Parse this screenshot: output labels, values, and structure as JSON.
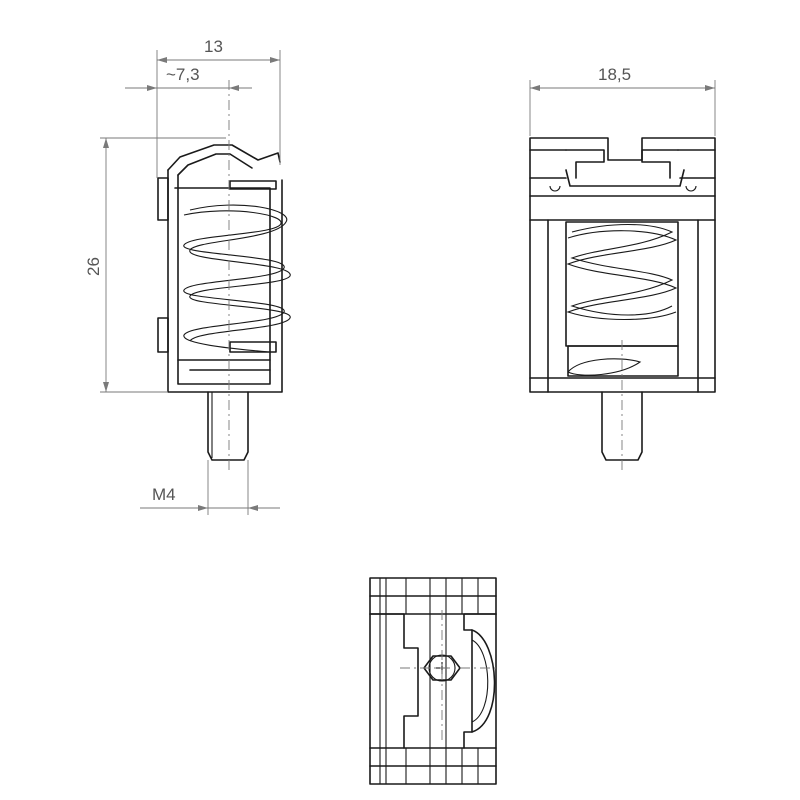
{
  "dimensions": {
    "width_overall": "13",
    "offset_approx": "~7,3",
    "height": "26",
    "thread": "M4",
    "width_front": "18,5"
  },
  "colors": {
    "line": "#1a1a1a",
    "dimension": "#7a7a7a",
    "text": "#555555",
    "background": "#ffffff"
  }
}
